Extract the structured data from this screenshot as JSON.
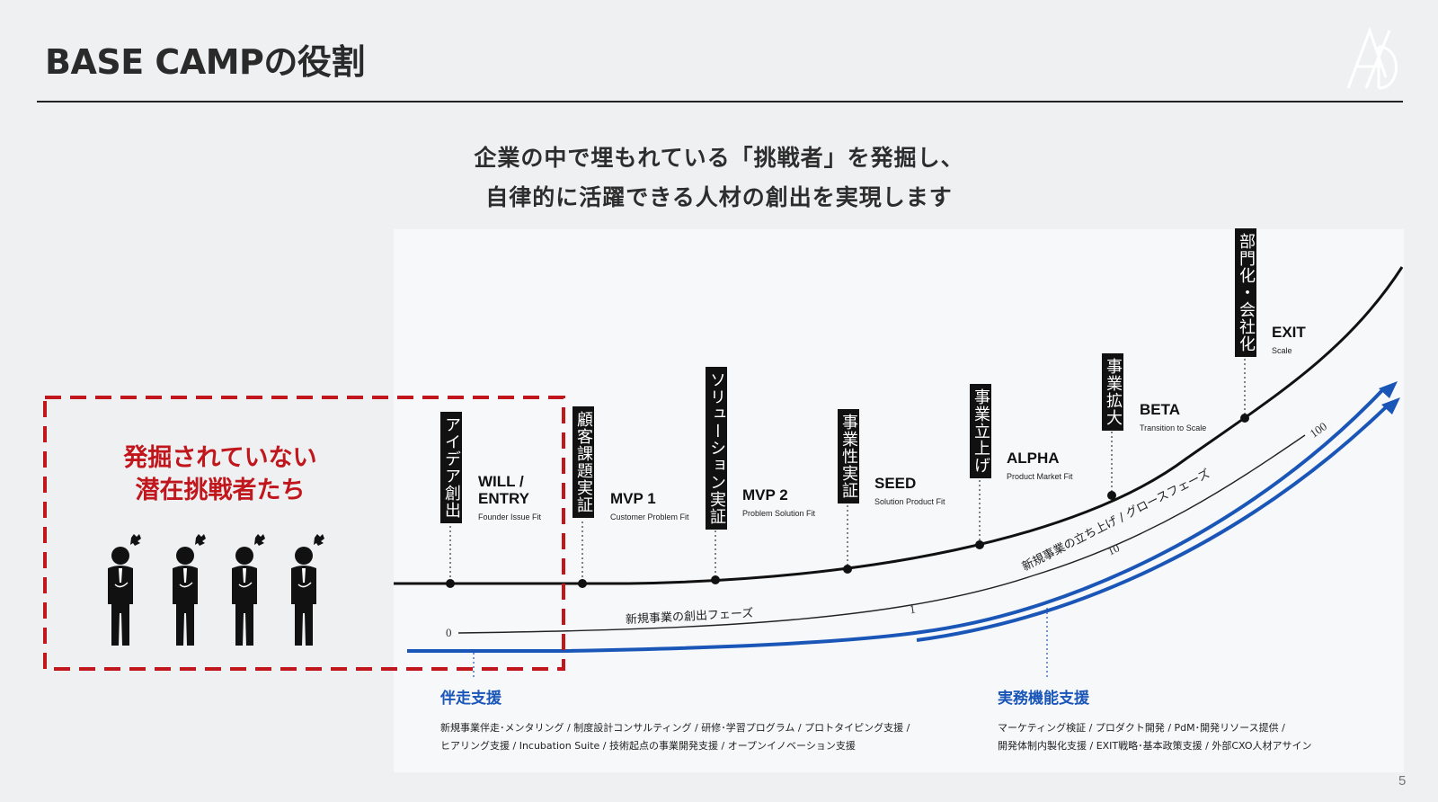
{
  "title": "BASE CAMPの役割",
  "headline": [
    "企業の中で埋もれている「挑戦者」を発掘し、",
    "自律的に活躍できる人材の創出を実現します"
  ],
  "hidden_challengers": [
    "発掘されていない",
    "潜在挑戦者たち"
  ],
  "stages": [
    {
      "vertical": "アイデア創出",
      "name": "WILL /\nENTRY",
      "sub": "Founder Issue Fit"
    },
    {
      "vertical": "顧客課題実証",
      "name": "MVP 1",
      "sub": "Customer Problem Fit"
    },
    {
      "vertical": "ソリューション実証",
      "name": "MVP 2",
      "sub": "Problem Solution Fit"
    },
    {
      "vertical": "事業性実証",
      "name": "SEED",
      "sub": "Solution Product Fit"
    },
    {
      "vertical": "事業立上げ",
      "name": "ALPHA",
      "sub": "Product Market Fit"
    },
    {
      "vertical": "事業拡大",
      "name": "BETA",
      "sub": "Transition to Scale"
    },
    {
      "vertical": "部門化・会社化",
      "name": "EXIT",
      "sub": "Scale"
    }
  ],
  "curve_labels": {
    "creation_phase": "新規事業の創出フェーズ",
    "growth_phase": "新規事業の立ち上げ / グロースフェーズ",
    "scale_0": "0",
    "scale_1": "1",
    "scale_10": "10",
    "scale_100": "100"
  },
  "support_left": {
    "title": "伴走支援",
    "lines": [
      "新規事業伴走･メンタリング / 制度設計コンサルティング / 研修･学習プログラム / プロトタイピング支援 /",
      "ヒアリング支援 / Incubation Suite / 技術起点の事業開発支援 / オープンイノベーション支援"
    ]
  },
  "support_right": {
    "title": "実務機能支援",
    "lines": [
      "マーケティング検証 / プロダクト開発 / PdM･開発リソース提供 /",
      "開発体制内製化支援 / EXIT戦略･基本政策支援 / 外部CXO人材アサイン"
    ]
  },
  "page_number": "5",
  "colors": {
    "accent_red": "#c0161c",
    "accent_blue": "#1a56b8"
  }
}
